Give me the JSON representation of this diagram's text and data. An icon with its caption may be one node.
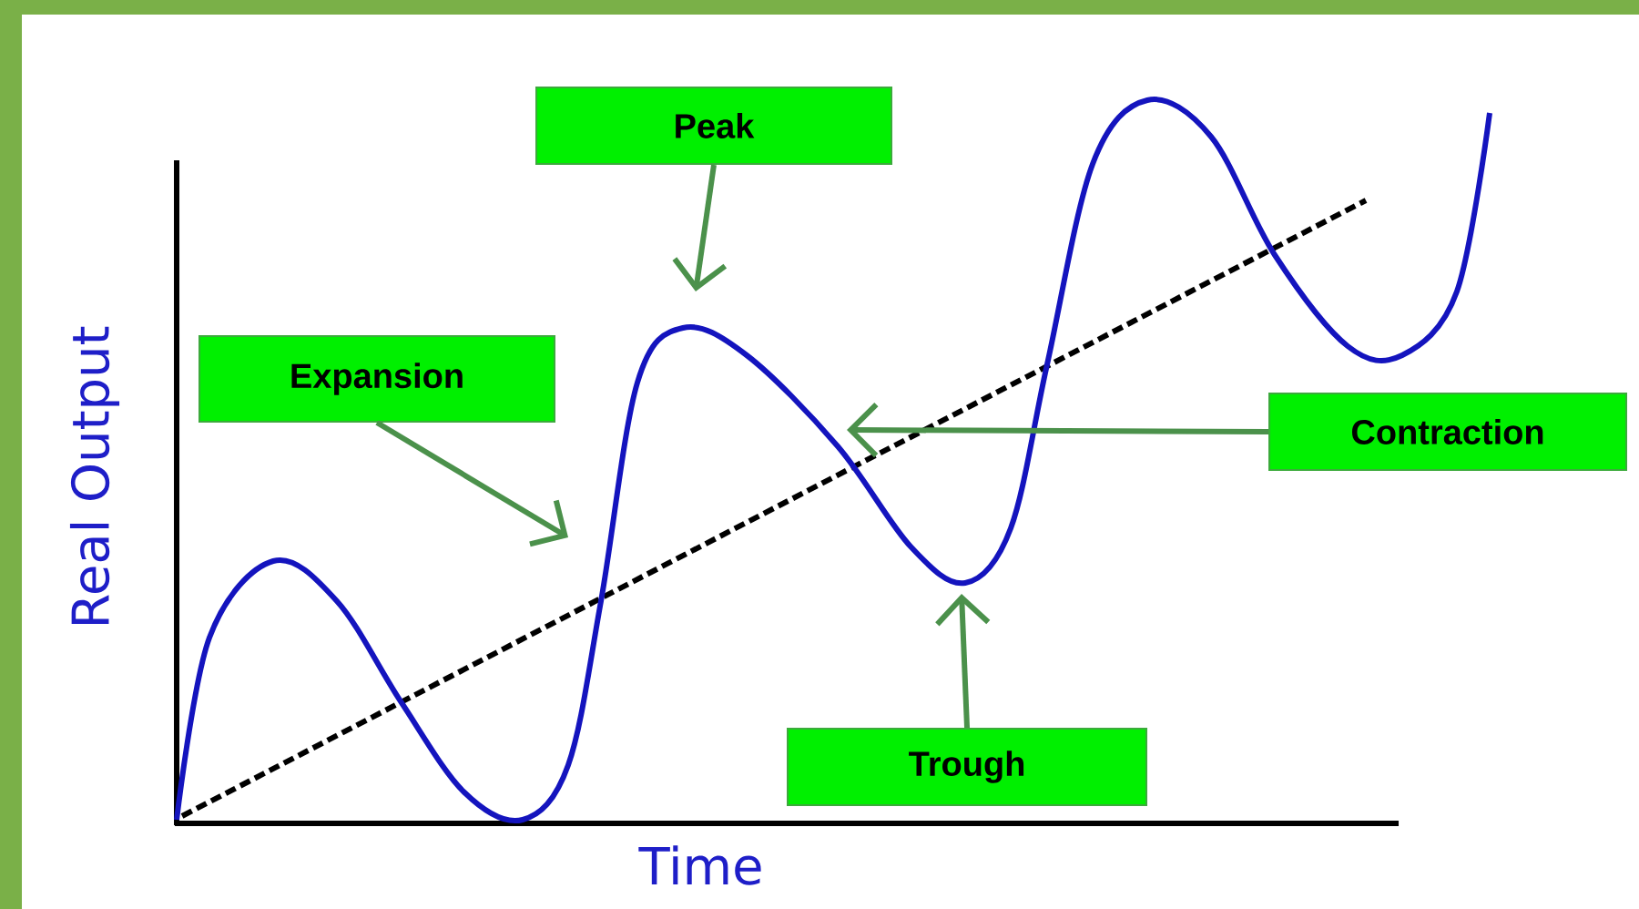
{
  "diagram": {
    "nodes": [
      {
        "text": [
          "Peak"
        ]
      },
      {
        "text": [
          "Expansion"
        ]
      },
      {
        "text": [
          "Contraction"
        ]
      },
      {
        "text": [
          "Trough"
        ]
      }
    ],
    "edges": [
      {
        "from": 0,
        "to": null,
        "arrow": "to"
      },
      {
        "from": 1,
        "to": null,
        "arrow": "to"
      },
      {
        "from": 2,
        "to": null,
        "arrow": "to"
      },
      {
        "from": 3,
        "to": null,
        "arrow": "to"
      }
    ],
    "labels": [
      "Real Output",
      "Time"
    ]
  }
}
